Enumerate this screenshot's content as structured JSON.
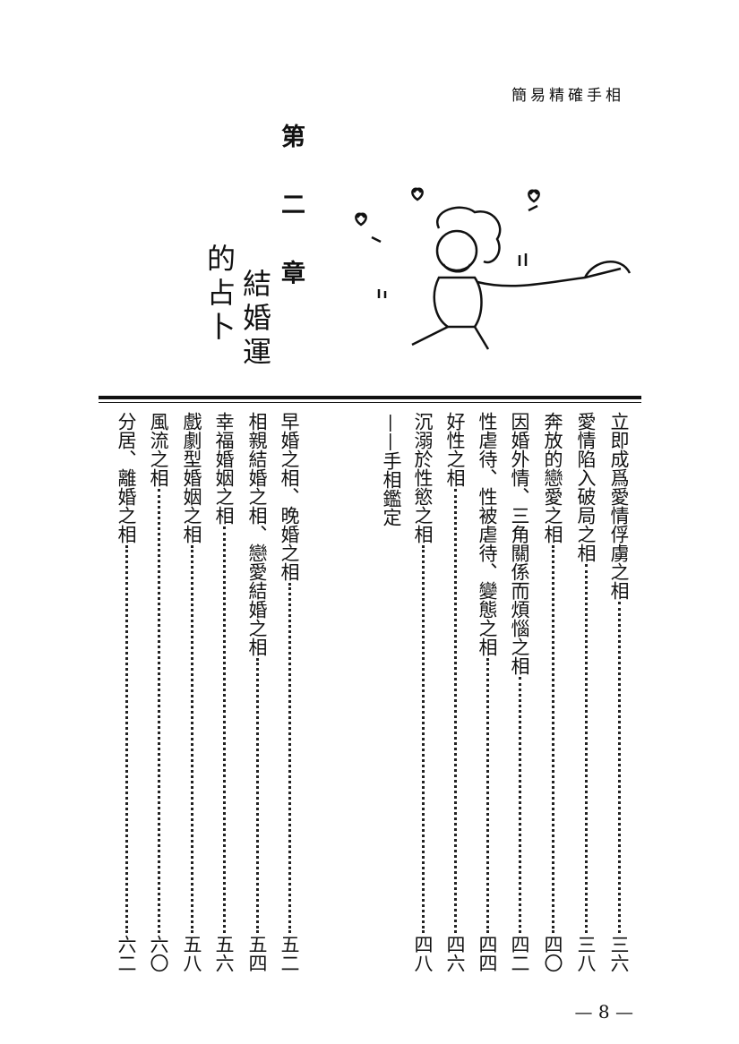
{
  "header": "簡易精確手相",
  "chapter": {
    "number": "第 二 章",
    "title_line1": "結婚運",
    "title_line2": "的占卜"
  },
  "group1": [
    {
      "title": "立即成爲愛情俘虜之相",
      "page": "三六"
    },
    {
      "title": "愛情陷入破局之相",
      "page": "三八"
    },
    {
      "title": "奔放的戀愛之相",
      "page": "四〇"
    },
    {
      "title": "因婚外情、三角關係而煩惱之相",
      "page": "四二"
    },
    {
      "title": "性虐待、性被虐待、變態之相",
      "page": "四四"
    },
    {
      "title": "好性之相",
      "page": "四六"
    },
    {
      "title": "沉溺於性慾之相",
      "page": "四八"
    }
  ],
  "section": "——手相鑑定",
  "group2": [
    {
      "title": "早婚之相、晚婚之相",
      "page": "五二"
    },
    {
      "title": "相親結婚之相、戀愛結婚之相",
      "page": "五四"
    },
    {
      "title": "幸福婚姻之相",
      "page": "五六"
    },
    {
      "title": "戲劇型婚姻之相",
      "page": "五八"
    },
    {
      "title": "風流之相",
      "page": "六〇"
    },
    {
      "title": "分居、離婚之相",
      "page": "六二"
    }
  ],
  "folio": "— 8 —"
}
